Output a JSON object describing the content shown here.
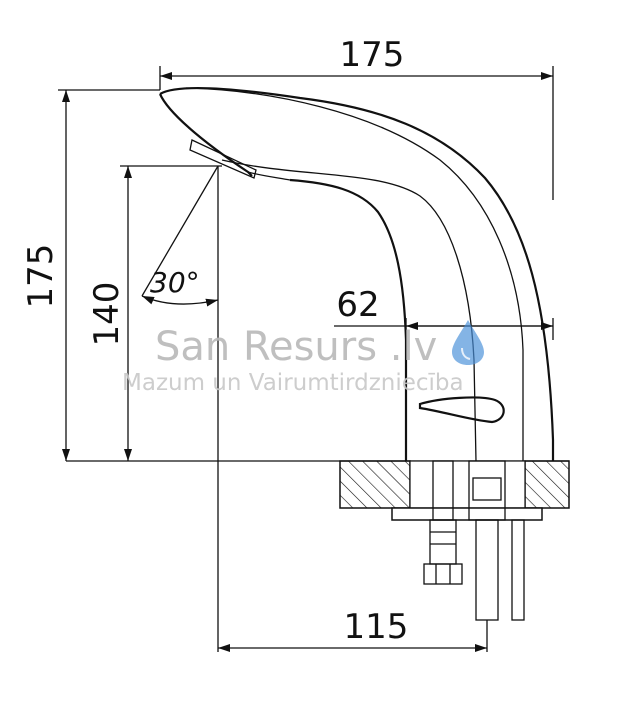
{
  "dimensions": {
    "top_width": "175",
    "total_height": "175",
    "spout_height": "140",
    "angle": "30°",
    "spout_reach": "62",
    "base_offset": "115"
  },
  "watermark": {
    "brand": "San Resurs .lv",
    "tagline": "Mazum un Vairumtirdzniecība"
  },
  "colors": {
    "line": "#111111",
    "watermark": "#b9b9b9",
    "drop_blue": "#4a90d9"
  }
}
